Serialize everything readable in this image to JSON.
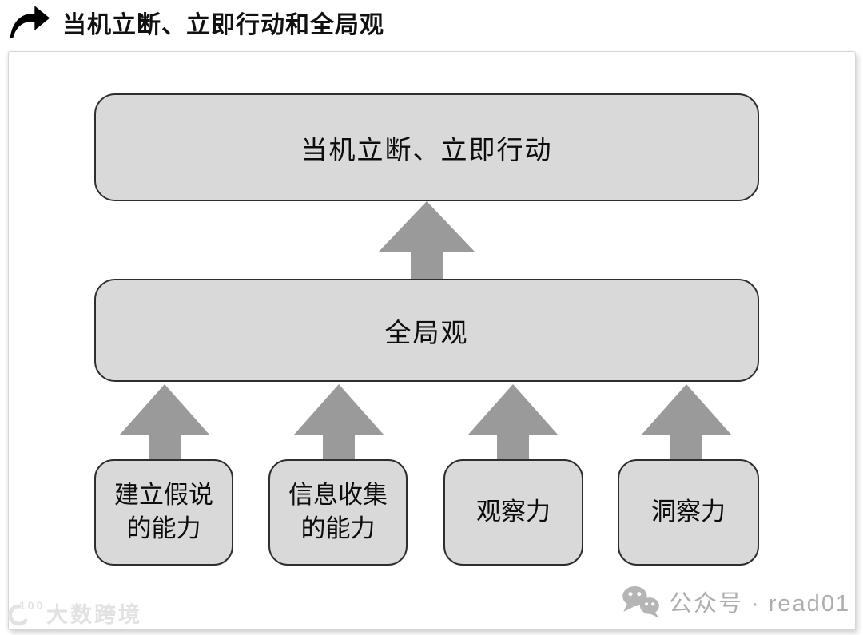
{
  "header": {
    "title": "当机立断、立即行动和全局观",
    "icon": "share-arrow-icon"
  },
  "diagram": {
    "top_box": {
      "label": "当机立断、立即行动"
    },
    "middle_box": {
      "label": "全局观"
    },
    "bottom_boxes": [
      {
        "line1": "建立假说",
        "line2": "的能力"
      },
      {
        "line1": "信息收集",
        "line2": "的能力"
      },
      {
        "line1": "观察力",
        "line2": ""
      },
      {
        "line1": "洞察力",
        "line2": ""
      }
    ]
  },
  "watermarks": {
    "left": {
      "logo": "100",
      "text": "大数跨境"
    },
    "right": {
      "icon": "wechat-icon",
      "text": "公众号 · read01"
    }
  },
  "colors": {
    "box_fill": "#d9d9d9",
    "box_border": "#2e2e2e",
    "arrow_fill": "#9a9a9a",
    "title_text": "#111111",
    "watermark_gray": "#aeaeae"
  }
}
